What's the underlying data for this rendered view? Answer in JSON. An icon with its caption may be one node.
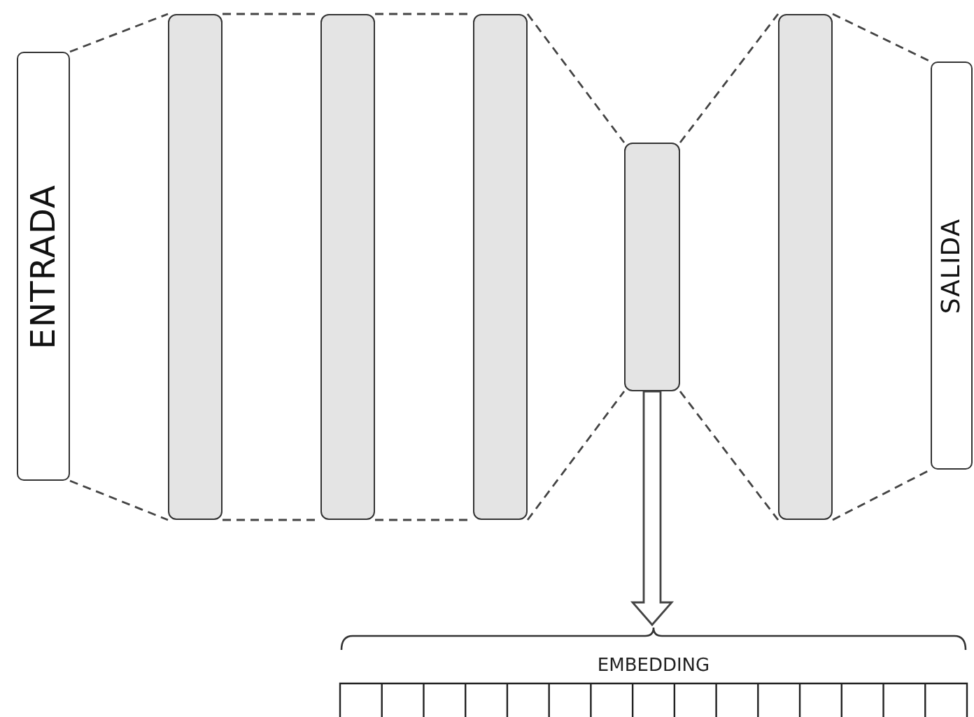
{
  "diagram": {
    "nodes": [
      {
        "text": [
          "ENTRADA"
        ]
      },
      {
        "text": [],
        "shape": "bar"
      },
      {
        "text": [],
        "shape": "bar"
      },
      {
        "text": [],
        "shape": "bar"
      },
      {
        "text": [],
        "shape": "bar"
      },
      {
        "text": [],
        "shape": "bar"
      },
      {
        "text": [
          "SALIDA"
        ]
      },
      {
        "text": [
          "EMBEDDING"
        ]
      }
    ],
    "edges": [
      {
        "from": 0,
        "to": 1,
        "arrow": "none",
        "style": "dashed"
      },
      {
        "from": 0,
        "to": 1,
        "arrow": "none",
        "style": "dashed"
      },
      {
        "from": 1,
        "to": 2,
        "arrow": "none",
        "style": "dashed"
      },
      {
        "from": 1,
        "to": 2,
        "arrow": "none",
        "style": "dashed"
      },
      {
        "from": 2,
        "to": 3,
        "arrow": "none",
        "style": "dashed"
      },
      {
        "from": 2,
        "to": 3,
        "arrow": "none",
        "style": "dashed"
      },
      {
        "from": 3,
        "to": 4,
        "arrow": "none",
        "style": "dashed"
      },
      {
        "from": 3,
        "to": 4,
        "arrow": "none",
        "style": "dashed"
      },
      {
        "from": 4,
        "to": 5,
        "arrow": "none",
        "style": "dashed"
      },
      {
        "from": 4,
        "to": 5,
        "arrow": "none",
        "style": "dashed"
      },
      {
        "from": 5,
        "to": 6,
        "arrow": "none",
        "style": "dashed"
      },
      {
        "from": 5,
        "to": 6,
        "arrow": "none",
        "style": "dashed"
      },
      {
        "from": 4,
        "to": 7,
        "arrow": "to"
      }
    ]
  }
}
